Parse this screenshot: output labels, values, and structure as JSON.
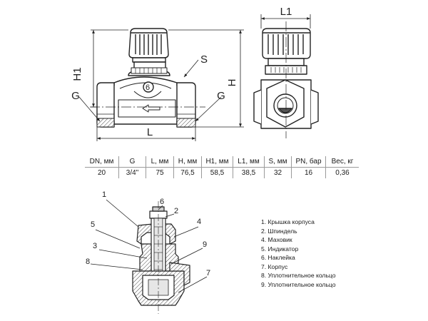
{
  "front_view": {
    "labels": {
      "h1": "H1",
      "h": "H",
      "l": "L",
      "s": "S",
      "g_left": "G",
      "g_right": "G"
    }
  },
  "side_view": {
    "labels": {
      "l1": "L1"
    }
  },
  "spec_table": {
    "headers": [
      "DN, мм",
      "G",
      "L, мм",
      "H, мм",
      "H1, мм",
      "L1, мм",
      "S, мм",
      "PN, бар",
      "Вес, кг"
    ],
    "values": [
      "20",
      "3/4\"",
      "75",
      "76,5",
      "58,5",
      "38,5",
      "32",
      "16",
      "0,36"
    ]
  },
  "section_view": {
    "callouts": [
      "1",
      "6",
      "2",
      "5",
      "4",
      "3",
      "9",
      "8",
      "7"
    ]
  },
  "parts_list": [
    "1. Крышка корпуса",
    "2. Шпиндель",
    "4. Маховик",
    "5. Индикатор",
    "6. Наклейка",
    "7. Корпус",
    "8. Уплотнительное кольцо",
    "9. Уплотнительное кольцо"
  ]
}
